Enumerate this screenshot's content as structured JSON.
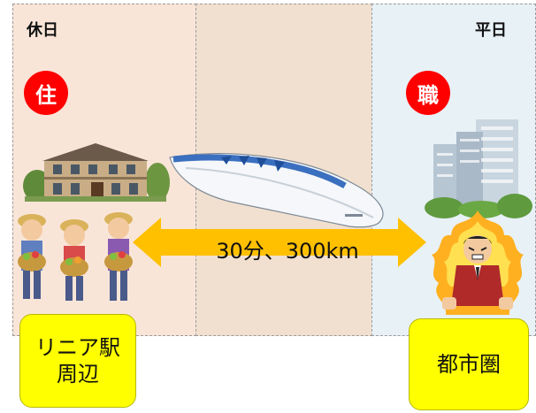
{
  "labels": {
    "holiday": "休日",
    "weekday": "平日",
    "live_badge": "住",
    "work_badge": "職",
    "arrow_text": "30分、300km",
    "left_box_line1": "リニア駅",
    "left_box_line2": "周辺",
    "right_box": "都市圏"
  },
  "colors": {
    "left_panel": "#f9e5d8",
    "middle_panel": "#f1e0cf",
    "right_panel": "#e8f1f6",
    "badge": "#ff0000",
    "arrow": "#ffc000",
    "box": "#ffff00"
  },
  "icons": {
    "house": "house-icon",
    "train": "maglev-train-icon",
    "farmers": "farmers-icon",
    "buildings": "city-buildings-icon",
    "worker": "angry-businessman-icon"
  }
}
